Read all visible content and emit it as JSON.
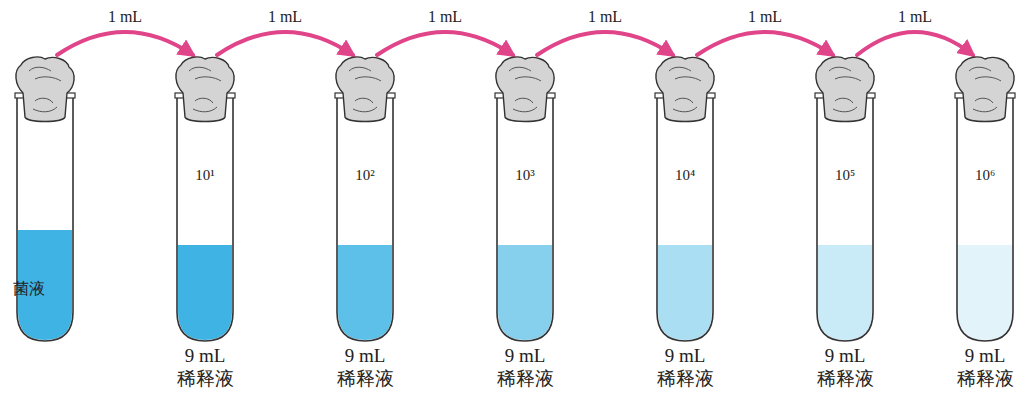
{
  "diagram": {
    "nodes": [
      {
        "text": [
          "菌液"
        ]
      },
      {
        "text": [
          "10¹",
          "9 mL 稀释液"
        ]
      },
      {
        "text": [
          "10²",
          "9 mL 稀释液"
        ]
      },
      {
        "text": [
          "10³",
          "9 mL 稀释液"
        ]
      },
      {
        "text": [
          "10⁴",
          "9 mL 稀释液"
        ]
      },
      {
        "text": [
          "10⁵",
          "9 mL 稀释液"
        ]
      },
      {
        "text": [
          "10⁶",
          "9 mL 稀释液"
        ]
      }
    ],
    "edges": [
      {
        "from": 0,
        "to": 1,
        "label": "1 mL",
        "arrow": "to"
      },
      {
        "from": 1,
        "to": 2,
        "label": "1 mL",
        "arrow": "to"
      },
      {
        "from": 2,
        "to": 3,
        "label": "1 mL",
        "arrow": "to"
      },
      {
        "from": 3,
        "to": 4,
        "label": "1 mL",
        "arrow": "to"
      },
      {
        "from": 4,
        "to": 5,
        "label": "1 mL",
        "arrow": "to"
      },
      {
        "from": 5,
        "to": 6,
        "label": "1 mL",
        "arrow": "to"
      }
    ]
  }
}
